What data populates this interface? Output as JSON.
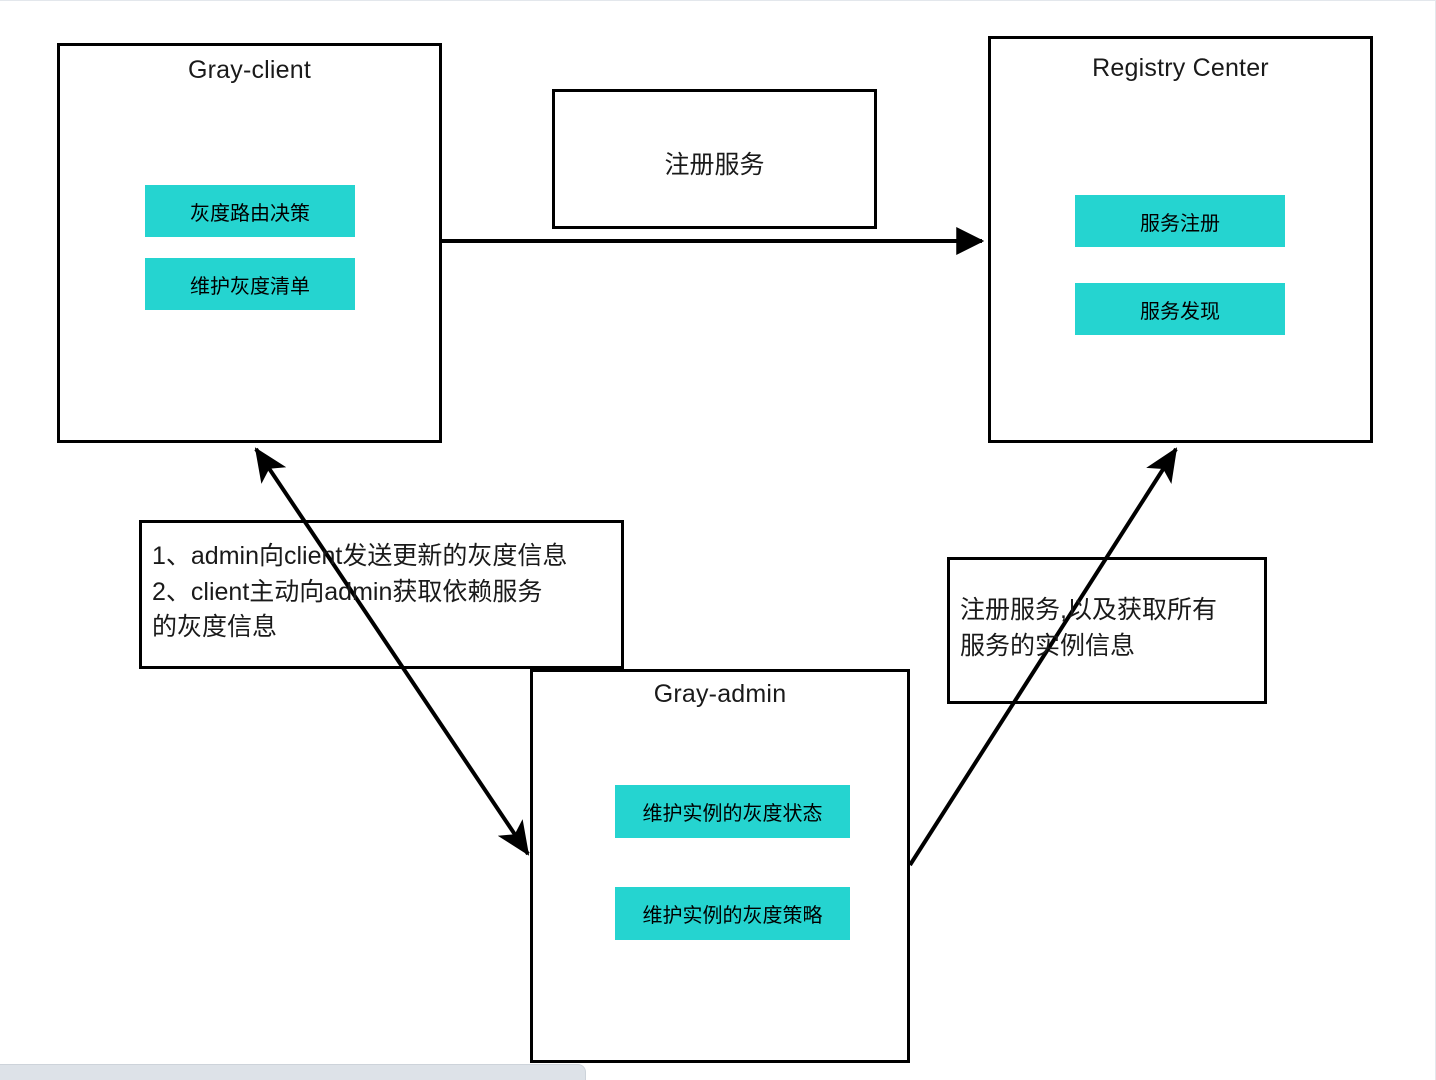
{
  "diagram": {
    "title": "Gray-release architecture",
    "accent_color": "#25d4d0",
    "line_color": "#000000",
    "background_color": "#ffffff"
  },
  "nodes": [
    {
      "id": "gray-client",
      "title": "Gray-client",
      "chips": [
        {
          "label": "灰度路由决策"
        },
        {
          "label": "维护灰度清单"
        }
      ]
    },
    {
      "id": "registry-center",
      "title": "Registry Center",
      "chips": [
        {
          "label": "服务注册"
        },
        {
          "label": "服务发现"
        }
      ]
    },
    {
      "id": "gray-admin",
      "title": "Gray-admin",
      "chips": [
        {
          "label": "维护实例的灰度状态"
        },
        {
          "label": "维护实例的灰度策略"
        }
      ]
    }
  ],
  "annotations": [
    {
      "id": "register-service",
      "text": "注册服务"
    },
    {
      "id": "client-admin-sync",
      "text": "1、admin向client发送更新的灰度信息\n2、client主动向admin获取依赖服务\n的灰度信息"
    },
    {
      "id": "admin-registry-sync",
      "text": "注册服务,以及获取所有\n服务的实例信息"
    }
  ],
  "connectors": [
    {
      "id": "client-to-registry",
      "from": "gray-client",
      "to": "registry-center",
      "style": "straight",
      "arrows": "end"
    },
    {
      "id": "admin-to-client",
      "from": "gray-admin",
      "to": "gray-client",
      "style": "diagonal",
      "arrows": "both"
    },
    {
      "id": "admin-to-registry",
      "from": "gray-admin",
      "to": "registry-center",
      "style": "diagonal",
      "arrows": "end"
    }
  ]
}
